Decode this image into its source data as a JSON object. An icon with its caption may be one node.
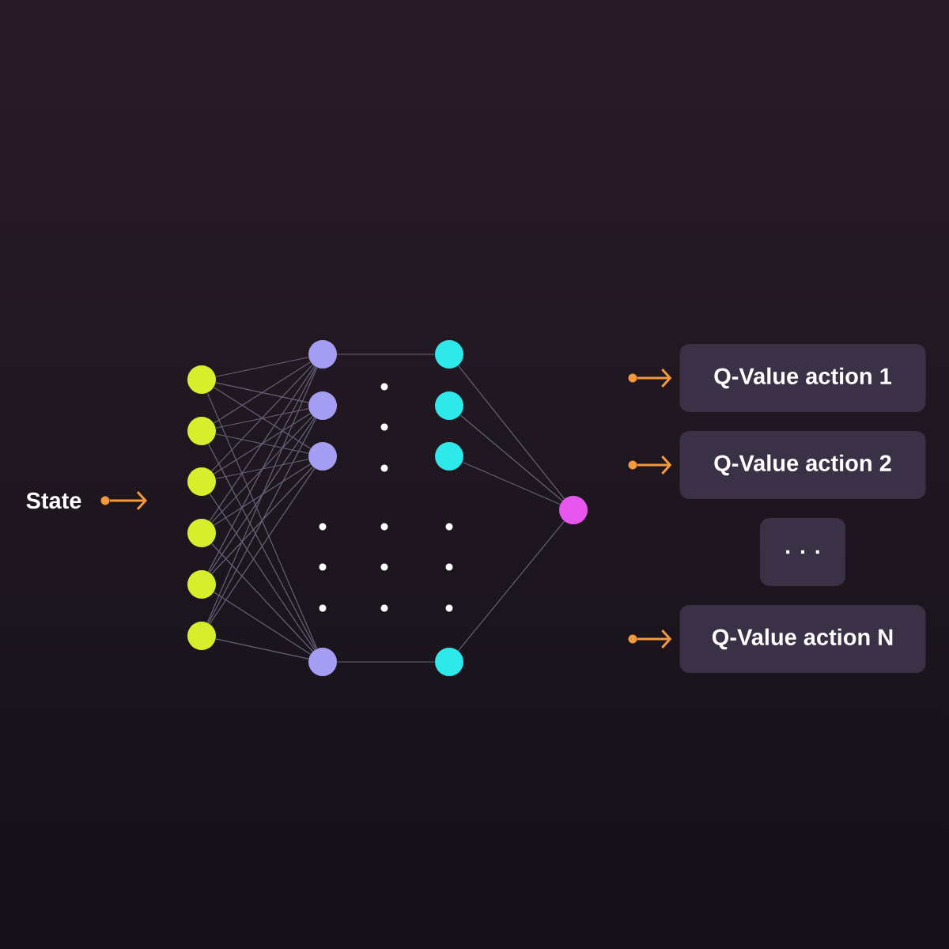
{
  "diagram": {
    "nodes": [
      {
        "text": [
          "State"
        ]
      },
      {
        "text": [],
        "shape": "circle"
      },
      {
        "text": [],
        "shape": "circle"
      },
      {
        "text": [],
        "shape": "circle"
      },
      {
        "text": [],
        "shape": "circle"
      },
      {
        "text": [],
        "shape": "circle"
      },
      {
        "text": [],
        "shape": "circle"
      },
      {
        "text": [],
        "shape": "circle"
      },
      {
        "text": [],
        "shape": "circle"
      },
      {
        "text": [],
        "shape": "circle"
      },
      {
        "text": [],
        "shape": "circle"
      },
      {
        "text": [],
        "shape": "circle"
      },
      {
        "text": [],
        "shape": "circle"
      },
      {
        "text": [],
        "shape": "circle"
      },
      {
        "text": [],
        "shape": "circle"
      },
      {
        "text": [],
        "shape": "circle"
      },
      {
        "text": [],
        "shape": "circle"
      },
      {
        "text": [],
        "shape": "circle"
      },
      {
        "text": [
          "Q-Value action 1"
        ]
      },
      {
        "text": [],
        "shape": "circle"
      },
      {
        "text": [
          "Q-Value action 2"
        ]
      },
      {
        "text": [
          ". . ."
        ]
      },
      {
        "text": [],
        "shape": "circle"
      },
      {
        "text": [
          "Q-Value action N"
        ]
      }
    ],
    "edges": [
      {
        "from": 1,
        "to": null,
        "arrow": "to",
        "style": "thick",
        "color": "#f39a3c"
      },
      {
        "from": 2,
        "to": 8,
        "arrow": "none"
      },
      {
        "from": 2,
        "to": 9,
        "arrow": "none"
      },
      {
        "from": 2,
        "to": 10,
        "arrow": "none"
      },
      {
        "from": 2,
        "to": 11,
        "arrow": "none"
      },
      {
        "from": 3,
        "to": 8,
        "arrow": "none"
      },
      {
        "from": 3,
        "to": 9,
        "arrow": "none"
      },
      {
        "from": 3,
        "to": 10,
        "arrow": "none"
      },
      {
        "from": 3,
        "to": 11,
        "arrow": "none"
      },
      {
        "from": 4,
        "to": 8,
        "arrow": "none"
      },
      {
        "from": 4,
        "to": 9,
        "arrow": "none"
      },
      {
        "from": 4,
        "to": 10,
        "arrow": "none"
      },
      {
        "from": 4,
        "to": 11,
        "arrow": "none"
      },
      {
        "from": 5,
        "to": 8,
        "arrow": "none"
      },
      {
        "from": 5,
        "to": 9,
        "arrow": "none"
      },
      {
        "from": 5,
        "to": 10,
        "arrow": "none"
      },
      {
        "from": 5,
        "to": 11,
        "arrow": "none"
      },
      {
        "from": 6,
        "to": 8,
        "arrow": "none"
      },
      {
        "from": 6,
        "to": 9,
        "arrow": "none"
      },
      {
        "from": 6,
        "to": 10,
        "arrow": "none"
      },
      {
        "from": 6,
        "to": 11,
        "arrow": "none"
      },
      {
        "from": 7,
        "to": 8,
        "arrow": "none"
      },
      {
        "from": 7,
        "to": 9,
        "arrow": "none"
      },
      {
        "from": 7,
        "to": 10,
        "arrow": "none"
      },
      {
        "from": 7,
        "to": 11,
        "arrow": "none"
      },
      {
        "from": 8,
        "to": 12,
        "arrow": "none"
      },
      {
        "from": 11,
        "to": 15,
        "arrow": "none"
      },
      {
        "from": 12,
        "to": 16,
        "arrow": "none"
      },
      {
        "from": 13,
        "to": 16,
        "arrow": "none"
      },
      {
        "from": 14,
        "to": 16,
        "arrow": "none"
      },
      {
        "from": 15,
        "to": 16,
        "arrow": "none"
      },
      {
        "from": 17,
        "to": 18,
        "arrow": "to",
        "style": "thick",
        "color": "#f39a3c"
      },
      {
        "from": 19,
        "to": 20,
        "arrow": "to",
        "style": "thick",
        "color": "#f39a3c"
      },
      {
        "from": 22,
        "to": 23,
        "arrow": "to",
        "style": "thick",
        "color": "#f39a3c"
      }
    ]
  }
}
